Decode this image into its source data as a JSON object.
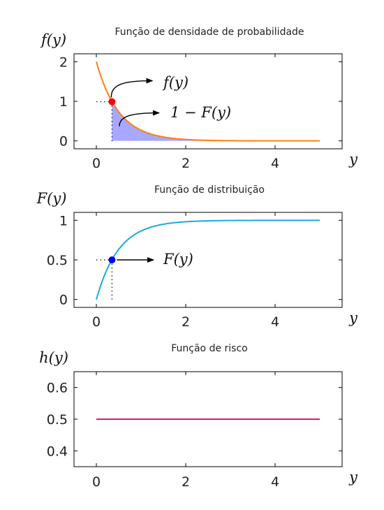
{
  "chart_data": [
    {
      "type": "line",
      "title": "Função de densidade de probabilidade",
      "xlabel": "y",
      "ylabel": "f(y)",
      "xlim": [
        -0.5,
        5.5
      ],
      "ylim": [
        -0.2,
        2.2
      ],
      "xticks": [
        "0",
        "2",
        "4"
      ],
      "xtick_values": [
        0,
        2,
        4
      ],
      "yticks": [
        "0",
        "1",
        "2"
      ],
      "ytick_values": [
        0,
        1,
        2
      ],
      "series": [
        {
          "color": "#FF7F0E",
          "x": [
            0,
            0.25,
            0.5,
            0.75,
            1,
            1.25,
            1.5,
            1.75,
            2,
            2.25,
            2.5,
            2.75,
            3,
            3.25,
            3.5,
            3.75,
            4,
            4.25,
            4.5,
            4.75,
            5
          ],
          "y": [
            2.0,
            1.213,
            0.736,
            0.446,
            0.271,
            0.164,
            0.1,
            0.06,
            0.037,
            0.022,
            0.013,
            0.008,
            0.005,
            0.003,
            0.002,
            0.001,
            0.001,
            0.0,
            0.0,
            0.0,
            0.0
          ]
        }
      ],
      "shaded_region": {
        "from_x": 0.35,
        "to_x": 5,
        "color": "#9999FF",
        "label": "1 − F(y)"
      },
      "marker": {
        "x": 0.35,
        "y": 0.99,
        "color": "#FF0000"
      },
      "annotations": [
        {
          "text": "f(y)",
          "points_to": "marker"
        },
        {
          "text": "1 − F(y)",
          "points_to": "shaded_region"
        }
      ]
    },
    {
      "type": "line",
      "title": "Função de distribuição",
      "xlabel": "y",
      "ylabel": "F(y)",
      "xlim": [
        -0.5,
        5.5
      ],
      "ylim": [
        -0.1,
        1.1
      ],
      "xticks": [
        "0",
        "2",
        "4"
      ],
      "xtick_values": [
        0,
        2,
        4
      ],
      "yticks": [
        "0",
        "0.5",
        "1"
      ],
      "ytick_values": [
        0,
        0.5,
        1
      ],
      "series": [
        {
          "color": "#1CA8E0",
          "x": [
            0,
            0.25,
            0.5,
            0.75,
            1,
            1.25,
            1.5,
            1.75,
            2,
            2.25,
            2.5,
            2.75,
            3,
            3.25,
            3.5,
            3.75,
            4,
            4.25,
            4.5,
            4.75,
            5
          ],
          "y": [
            0.0,
            0.393,
            0.632,
            0.777,
            0.865,
            0.918,
            0.95,
            0.97,
            0.982,
            0.989,
            0.993,
            0.996,
            0.998,
            0.999,
            0.999,
            0.999,
            1.0,
            1.0,
            1.0,
            1.0,
            1.0
          ]
        }
      ],
      "marker": {
        "x": 0.35,
        "y": 0.5,
        "color": "#0000FF"
      },
      "annotations": [
        {
          "text": "F(y)",
          "points_to": "marker"
        }
      ]
    },
    {
      "type": "line",
      "title": "Função de risco",
      "xlabel": "y",
      "ylabel": "h(y)",
      "xlim": [
        -0.5,
        5.5
      ],
      "ylim": [
        0.35,
        0.65
      ],
      "xticks": [
        "0",
        "2",
        "4"
      ],
      "xtick_values": [
        0,
        2,
        4
      ],
      "yticks": [
        "0.4",
        "0.5",
        "0.6"
      ],
      "ytick_values": [
        0.4,
        0.5,
        0.6
      ],
      "series": [
        {
          "color": "#D6168A",
          "x": [
            0,
            5
          ],
          "y": [
            0.5,
            0.5
          ]
        }
      ]
    }
  ]
}
